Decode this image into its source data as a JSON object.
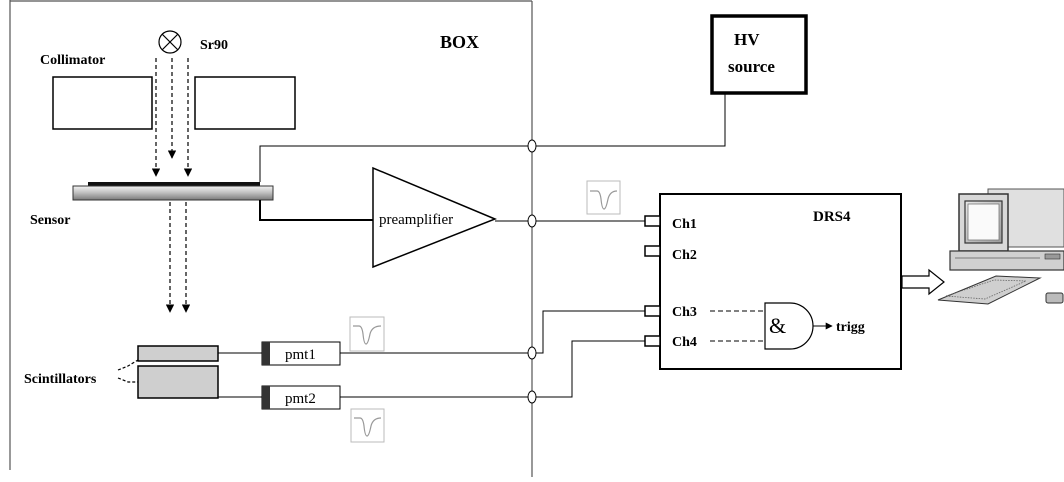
{
  "labels": {
    "box": "BOX",
    "source": "Sr90",
    "collimator": "Collimator",
    "sensor": "Sensor",
    "scintillators": "Scintillators",
    "hv_line1": "HV",
    "hv_line2": "source",
    "preamplifier": "preamplifier",
    "pmt1": "pmt1",
    "pmt2": "pmt2",
    "drs4": "DRS4",
    "ch1": "Ch1",
    "ch2": "Ch2",
    "ch3": "Ch3",
    "ch4": "Ch4",
    "and_symbol": "&",
    "trigg": "trigg"
  }
}
